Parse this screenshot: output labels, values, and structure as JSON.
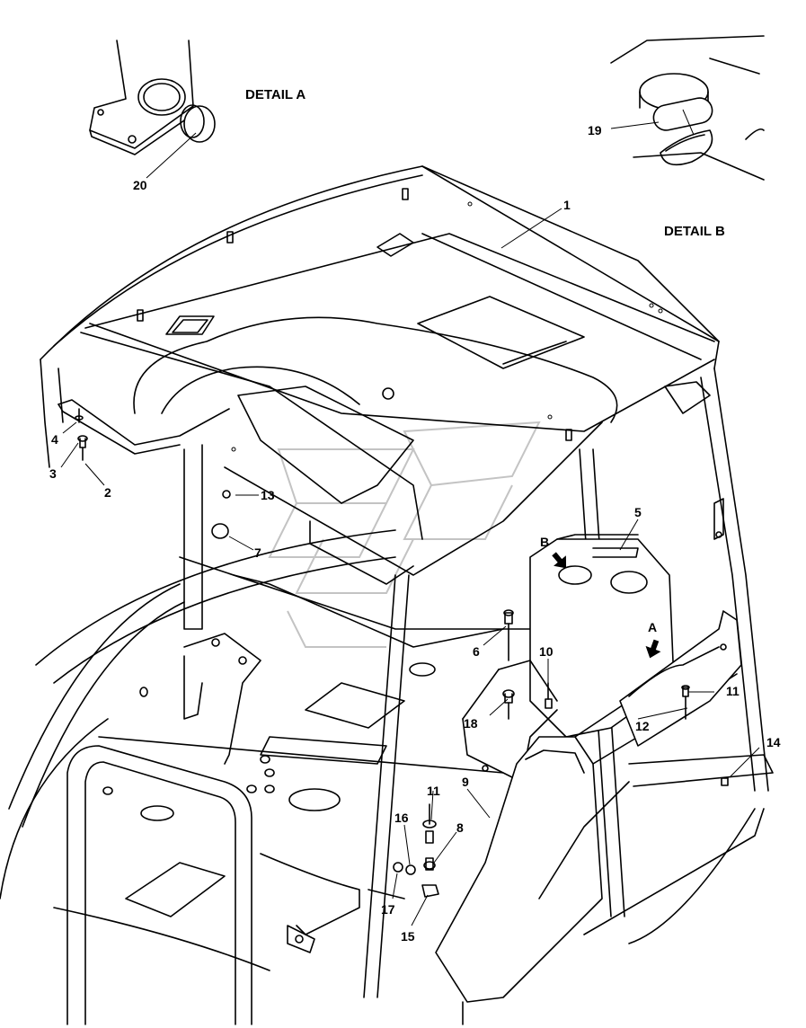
{
  "labels": {
    "detail_a": "DETAIL A",
    "detail_b": "DETAIL B",
    "view_a": "A",
    "view_b": "B"
  },
  "callouts": [
    "1",
    "2",
    "3",
    "4",
    "5",
    "6",
    "7",
    "8",
    "9",
    "10",
    "11",
    "11",
    "12",
    "13",
    "14",
    "15",
    "16",
    "17",
    "18",
    "19",
    "20"
  ]
}
